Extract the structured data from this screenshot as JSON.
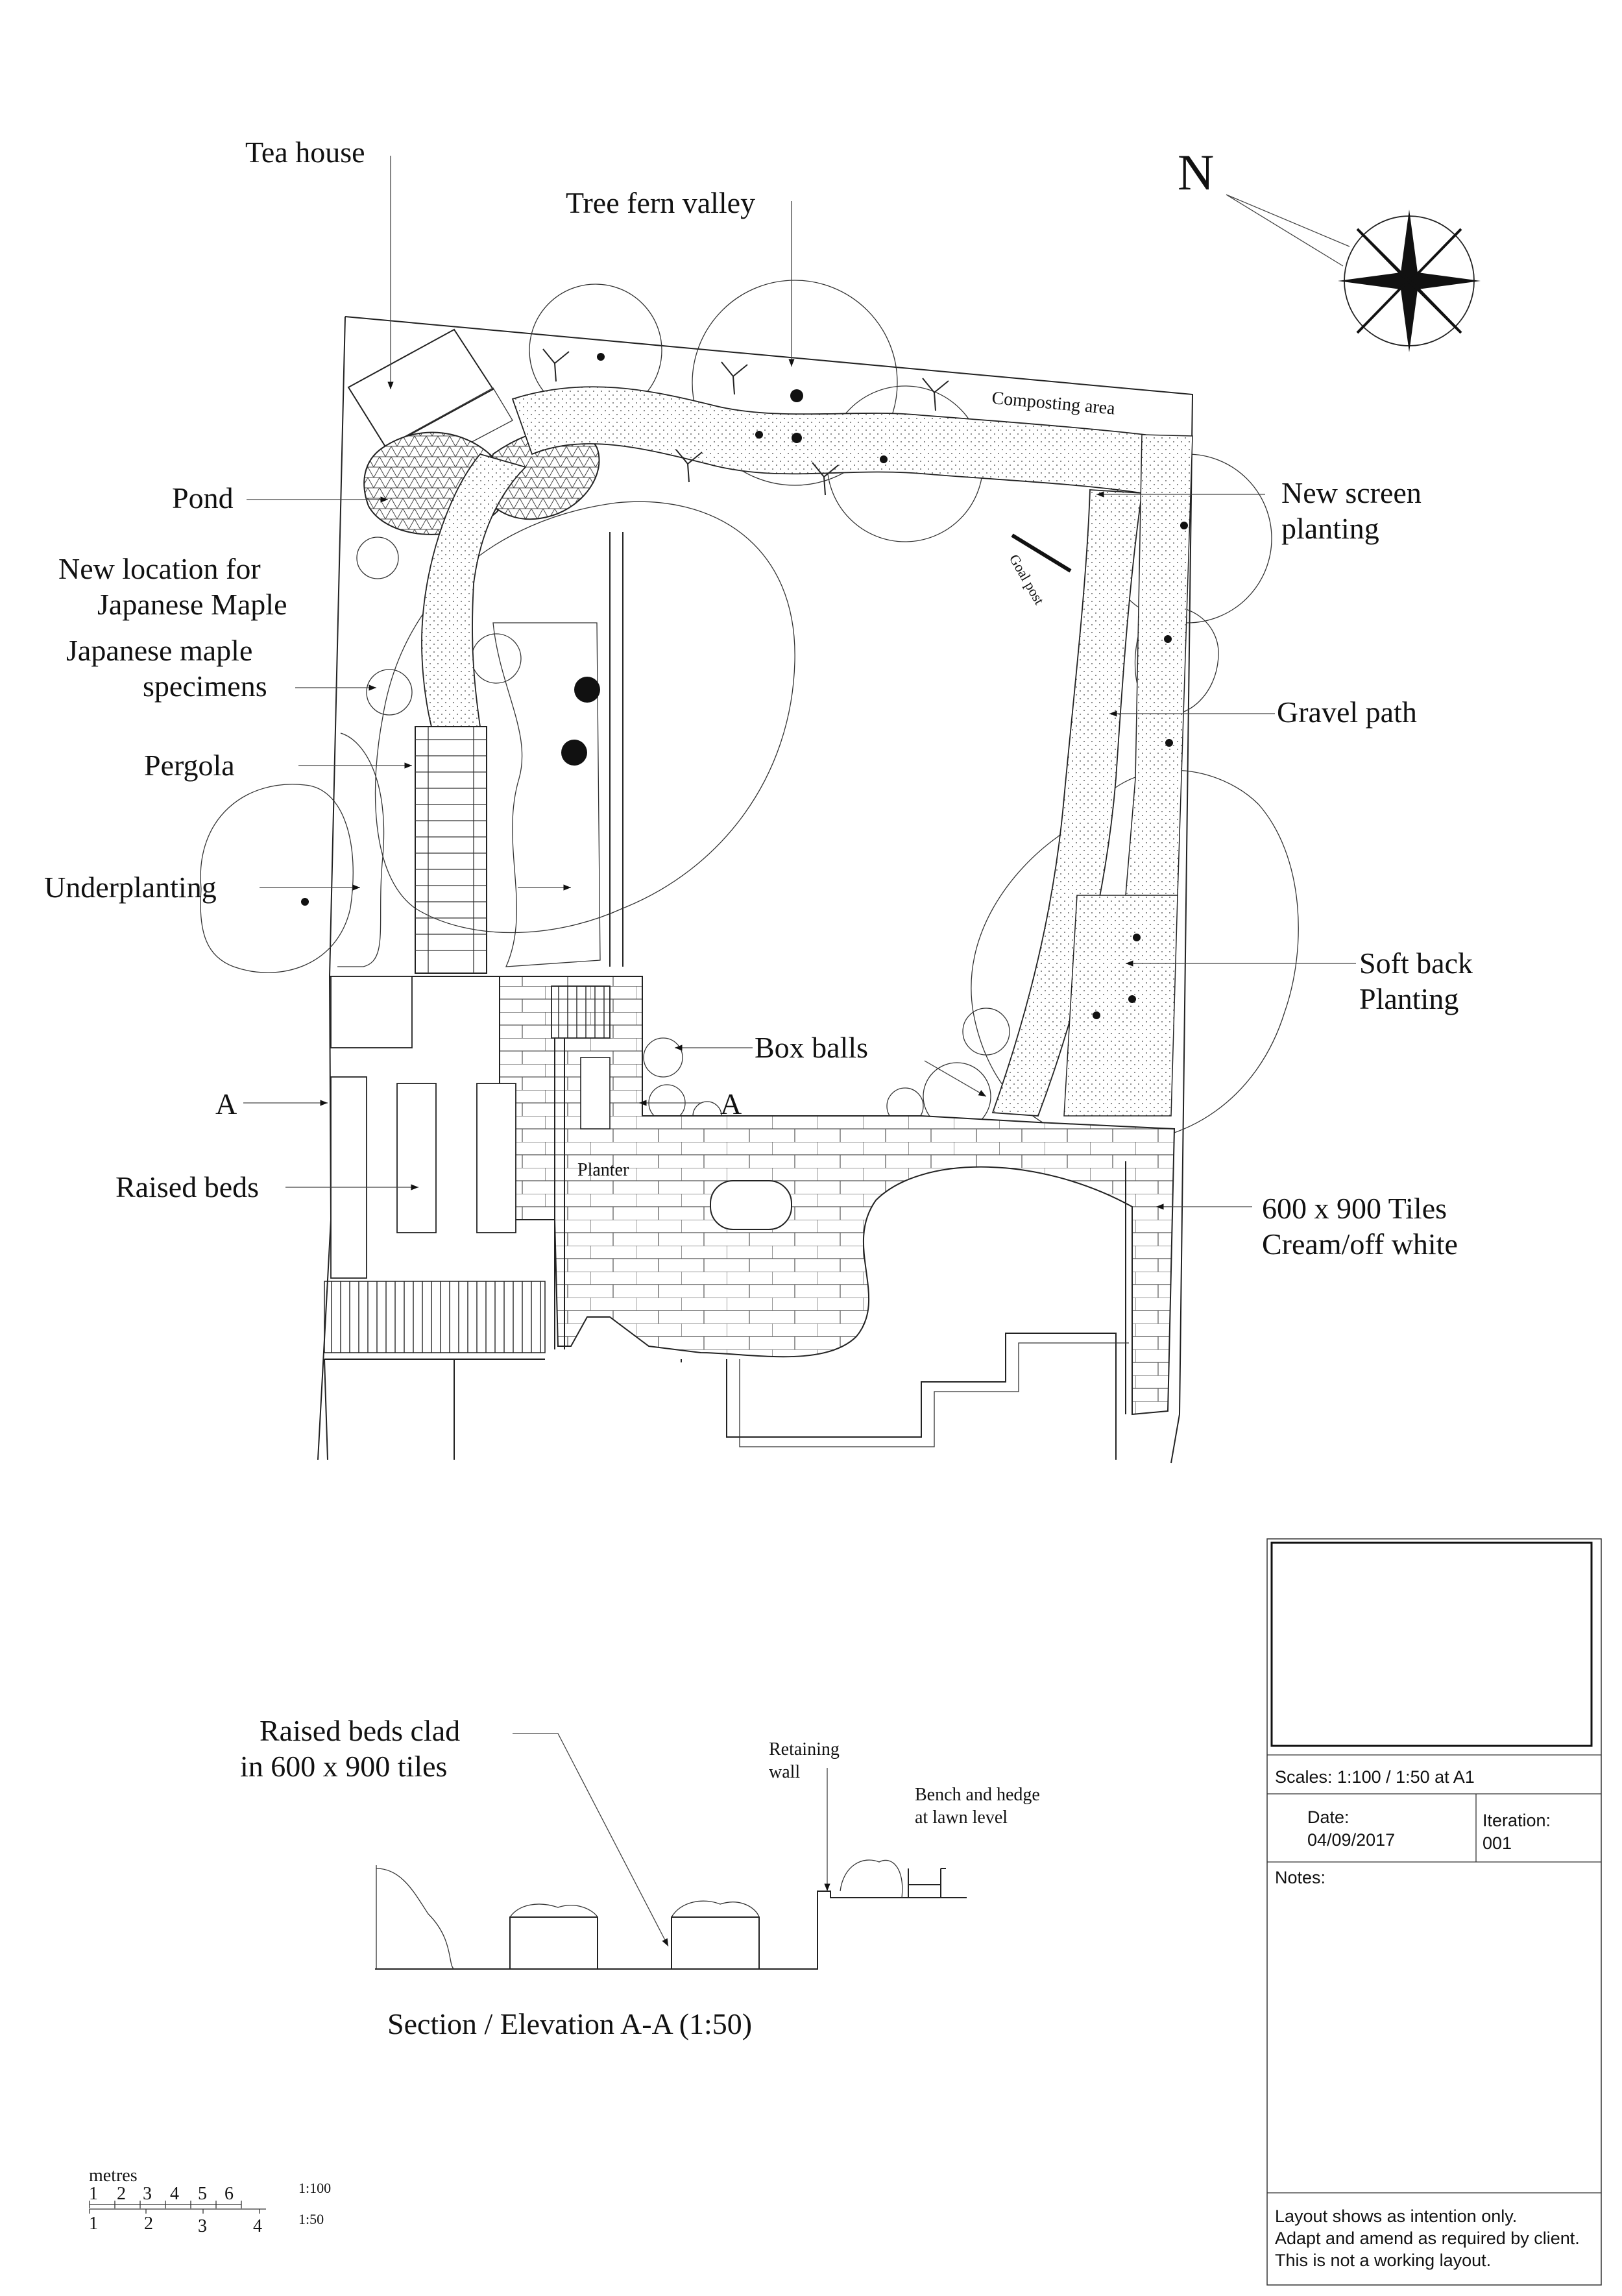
{
  "labels": {
    "tea_house": "Tea house",
    "tree_fern_valley": "Tree fern valley",
    "north": "N",
    "composting_area": "Composting area",
    "pond": "Pond",
    "new_location_line1": "New location for",
    "new_location_line2": "Japanese Maple",
    "maple_specimens_line1": "Japanese maple",
    "maple_specimens_line2": "specimens",
    "pergola": "Pergola",
    "underplanting": "Underplanting",
    "goal_post": "Goal post",
    "new_screen_line1": "New screen",
    "new_screen_line2": "planting",
    "gravel_path": "Gravel path",
    "soft_back_line1": "Soft back",
    "soft_back_line2": "Planting",
    "box_balls": "Box balls",
    "section_marker_left": "A",
    "section_marker_right": "A",
    "raised_beds": "Raised beds",
    "planter": "Planter",
    "tiles_line1": "600 x 900 Tiles",
    "tiles_line2": "Cream/off white"
  },
  "section": {
    "clad_line1": "Raised beds clad",
    "clad_line2": "in 600 x 900 tiles",
    "retaining_line1": "Retaining",
    "retaining_line2": "wall",
    "bench_line1": "Bench and hedge",
    "bench_line2": "at lawn level",
    "title": "Section / Elevation A-A (1:50)"
  },
  "scale_bar": {
    "unit": "metres",
    "row1": [
      "1",
      "2",
      "3",
      "4",
      "5",
      "6"
    ],
    "row1_scale": "1:100",
    "row2": [
      "1",
      "2",
      "3",
      "4"
    ],
    "row2_scale": "1:50"
  },
  "title_block": {
    "scales": "Scales:  1:100 / 1:50 at A1",
    "date_label": "Date:",
    "date_value": "04/09/2017",
    "iteration_label": "Iteration:",
    "iteration_value": "001",
    "notes_label": "Notes:",
    "disclaimer_line1": "Layout shows as intention only.",
    "disclaimer_line2": "Adapt and amend as required by client.",
    "disclaimer_line3": "This is not a working layout."
  }
}
